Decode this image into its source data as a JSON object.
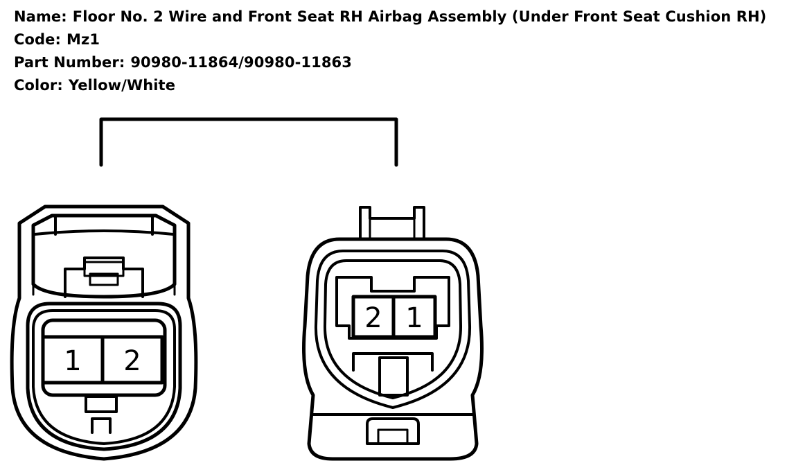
{
  "info": {
    "name_label": "Name:",
    "name_value": "Floor No. 2 Wire and Front Seat RH Airbag Assembly (Under Front Seat Cushion RH)",
    "code_label": "Code:",
    "code_value": "Mz1",
    "part_label": "Part Number:",
    "part_value": "90980-11864/90980-11863",
    "color_label": "Color:",
    "color_value": "Yellow/White"
  },
  "connectors": {
    "left": {
      "pin_1": "1",
      "pin_2": "2"
    },
    "right": {
      "pin_2": "2",
      "pin_1": "1"
    }
  }
}
